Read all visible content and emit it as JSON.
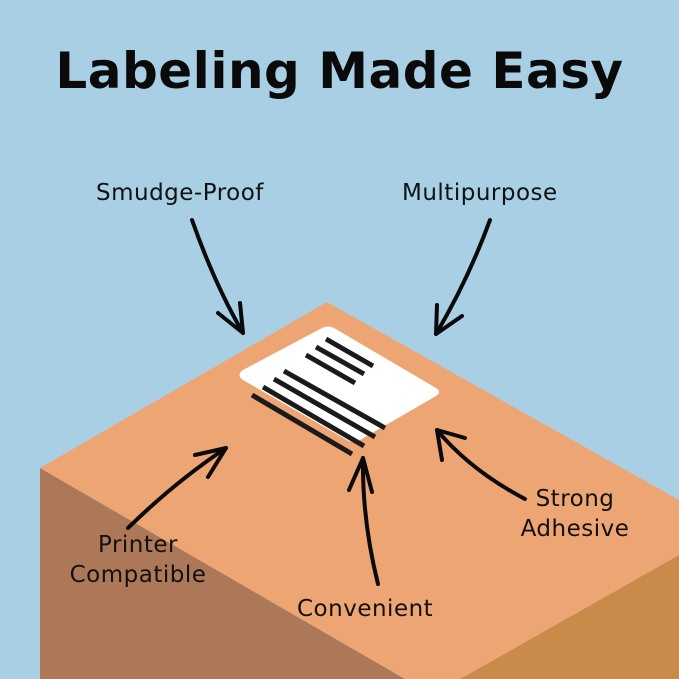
{
  "title": "Labeling Made Easy",
  "features": {
    "smudge_proof": "Smudge-Proof",
    "multipurpose": "Multipurpose",
    "printer_compatible_line1": "Printer",
    "printer_compatible_line2": "Compatible",
    "convenient": "Convenient",
    "strong_adhesive_line1": "Strong",
    "strong_adhesive_line2": "Adhesive"
  },
  "colors": {
    "background": "#a9cfe5",
    "box_top": "#eea574",
    "box_left": "#ad7858",
    "box_right": "#c98a4a",
    "label": "#ffffff",
    "ink": "#111111"
  }
}
